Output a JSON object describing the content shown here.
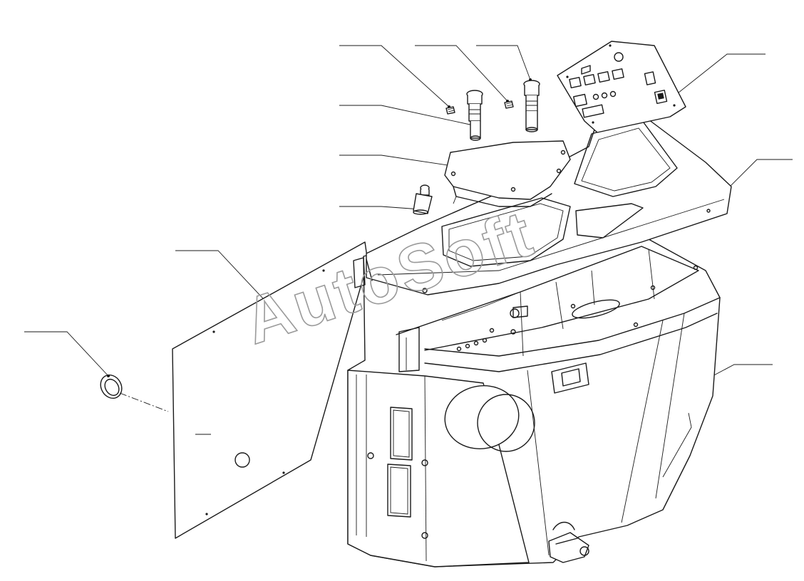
{
  "watermark": {
    "text": "AutoSoft",
    "color": "#9a9a9a"
  },
  "colors": {
    "line": "#1a1a1a",
    "background": "#ffffff"
  },
  "callouts": [
    {
      "id": "c1"
    },
    {
      "id": "c2"
    },
    {
      "id": "c3"
    },
    {
      "id": "c4"
    },
    {
      "id": "c5"
    },
    {
      "id": "c6"
    },
    {
      "id": "c7"
    },
    {
      "id": "c8"
    },
    {
      "id": "c9"
    },
    {
      "id": "c10"
    },
    {
      "id": "c11"
    }
  ]
}
